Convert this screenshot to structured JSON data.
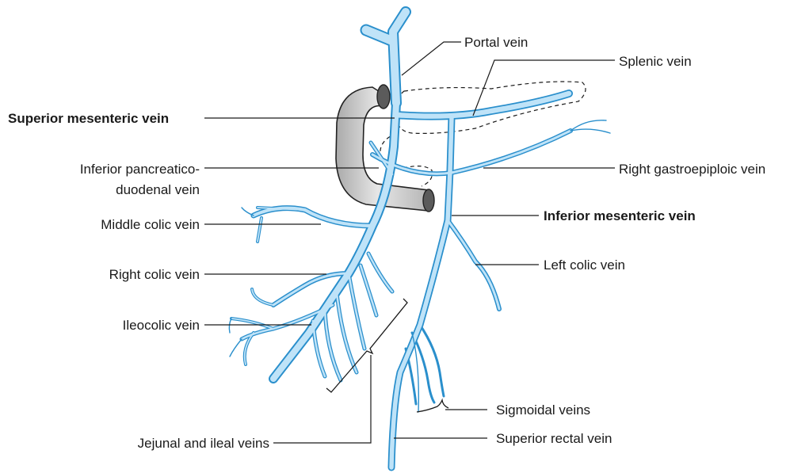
{
  "labels": {
    "portal_vein": "Portal vein",
    "splenic_vein": "Splenic vein",
    "superior_mesenteric_vein": "Superior mesenteric vein",
    "inferior_pancreaticoduodenal_line1": "Inferior pancreatico-",
    "inferior_pancreaticoduodenal_line2": "duodenal vein",
    "right_gastroepiploic_vein": "Right gastroepiploic vein",
    "inferior_mesenteric_vein": "Inferior mesenteric vein",
    "middle_colic_vein": "Middle colic vein",
    "left_colic_vein": "Left colic vein",
    "right_colic_vein": "Right colic vein",
    "ileocolic_vein": "Ileocolic vein",
    "sigmoidal_veins": "Sigmoidal veins",
    "superior_rectal_vein": "Superior rectal vein",
    "jejunal_ileal_veins": "Jejunal and ileal veins"
  },
  "colors": {
    "vein_fill": "#b9dff5",
    "vein_stroke": "#2a8fcc",
    "duodenum_fill": "#d3d3d3",
    "text": "#1a1a1a"
  }
}
